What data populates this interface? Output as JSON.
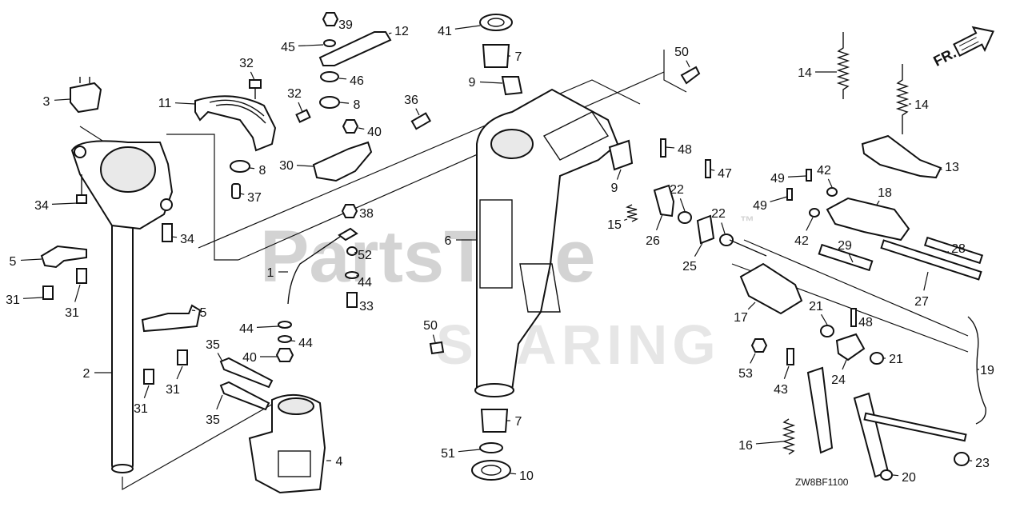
{
  "watermark": {
    "brand": "PartsTree",
    "trademark": "™",
    "sub": "SPARING"
  },
  "orientation": {
    "label": "FR."
  },
  "diagram_code": "ZW8BF1100",
  "callouts": [
    {
      "n": "1"
    },
    {
      "n": "2"
    },
    {
      "n": "3"
    },
    {
      "n": "4"
    },
    {
      "n": "5"
    },
    {
      "n": "5"
    },
    {
      "n": "6"
    },
    {
      "n": "7"
    },
    {
      "n": "7"
    },
    {
      "n": "8"
    },
    {
      "n": "8"
    },
    {
      "n": "9"
    },
    {
      "n": "9"
    },
    {
      "n": "10"
    },
    {
      "n": "11"
    },
    {
      "n": "12"
    },
    {
      "n": "13"
    },
    {
      "n": "14"
    },
    {
      "n": "14"
    },
    {
      "n": "15"
    },
    {
      "n": "16"
    },
    {
      "n": "17"
    },
    {
      "n": "18"
    },
    {
      "n": "19"
    },
    {
      "n": "20"
    },
    {
      "n": "21"
    },
    {
      "n": "21"
    },
    {
      "n": "22"
    },
    {
      "n": "22"
    },
    {
      "n": "23"
    },
    {
      "n": "24"
    },
    {
      "n": "25"
    },
    {
      "n": "26"
    },
    {
      "n": "27"
    },
    {
      "n": "28"
    },
    {
      "n": "29"
    },
    {
      "n": "30"
    },
    {
      "n": "31"
    },
    {
      "n": "31"
    },
    {
      "n": "31"
    },
    {
      "n": "31"
    },
    {
      "n": "32"
    },
    {
      "n": "32"
    },
    {
      "n": "33"
    },
    {
      "n": "34"
    },
    {
      "n": "34"
    },
    {
      "n": "35"
    },
    {
      "n": "35"
    },
    {
      "n": "36"
    },
    {
      "n": "37"
    },
    {
      "n": "38"
    },
    {
      "n": "39"
    },
    {
      "n": "40"
    },
    {
      "n": "40"
    },
    {
      "n": "41"
    },
    {
      "n": "42"
    },
    {
      "n": "42"
    },
    {
      "n": "43"
    },
    {
      "n": "44"
    },
    {
      "n": "44"
    },
    {
      "n": "44"
    },
    {
      "n": "45"
    },
    {
      "n": "46"
    },
    {
      "n": "47"
    },
    {
      "n": "48"
    },
    {
      "n": "48"
    },
    {
      "n": "49"
    },
    {
      "n": "49"
    },
    {
      "n": "50"
    },
    {
      "n": "50"
    },
    {
      "n": "51"
    },
    {
      "n": "52"
    },
    {
      "n": "53"
    }
  ]
}
